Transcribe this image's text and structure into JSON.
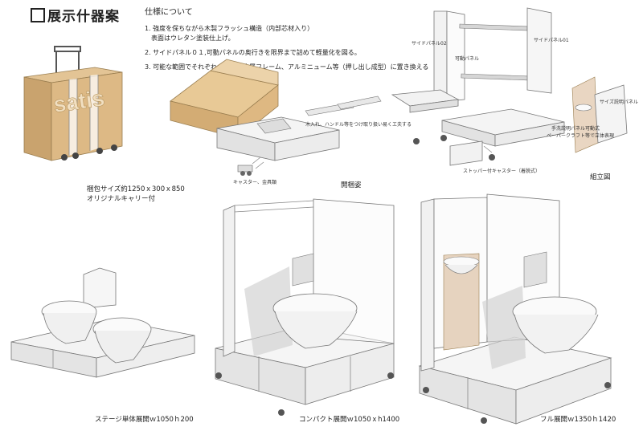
{
  "title": "展示什器案",
  "spec": {
    "heading": "仕様について",
    "items": [
      "1. 強度を保ちながら木製フラッシュ構造（内部芯材入り）",
      "表面はウレタン塗装仕上げ。",
      "2. サイドパネル０１,可動パネルの奥行きを限界まで詰めて軽量化を図る。",
      "3. 可能な範囲でそれぞれの部品を金属フレーム、アルミニューム等（押し出し成型）に置き換える"
    ]
  },
  "sections": {
    "packing": {
      "logo": "satis",
      "caption1": "梱包サイズ約1250ｘ300ｘ850",
      "caption2": "オリジナルキャリー付"
    },
    "unpacked": {
      "note": "木入れ、ハンドル等をつけ取り扱い易くエ夫する",
      "casters": "キャスター、金具類",
      "caption": "開梱姿"
    },
    "assembly": {
      "side_panel_02": "サイドパネル02",
      "side_panel_01": "サイドパネル01",
      "movable_panel": "可動パネル",
      "desc_panel": "サイズ説明パネル",
      "desc_note1": "手洗説明パネル可動式",
      "desc_note2": "ペーパークラフト等で立体表現",
      "stopper": "ストッパー付キャスター（着脱式）",
      "caption": "組立図"
    },
    "stage": {
      "caption": "ステージ単体展開ｗ1050ｈ200"
    },
    "compact": {
      "caption": "コンパクト展開ｗ1050ｘh1400"
    },
    "full": {
      "caption": "フル展開ｗ1350ｈ1420"
    }
  },
  "colors": {
    "cardboard": "#ddb985",
    "logo_fill": "#f1dfc1",
    "panel_gray": "#d6d6d6",
    "shadow_gray": "#bcbcbc",
    "beige_panel": "#e6d3bf"
  }
}
